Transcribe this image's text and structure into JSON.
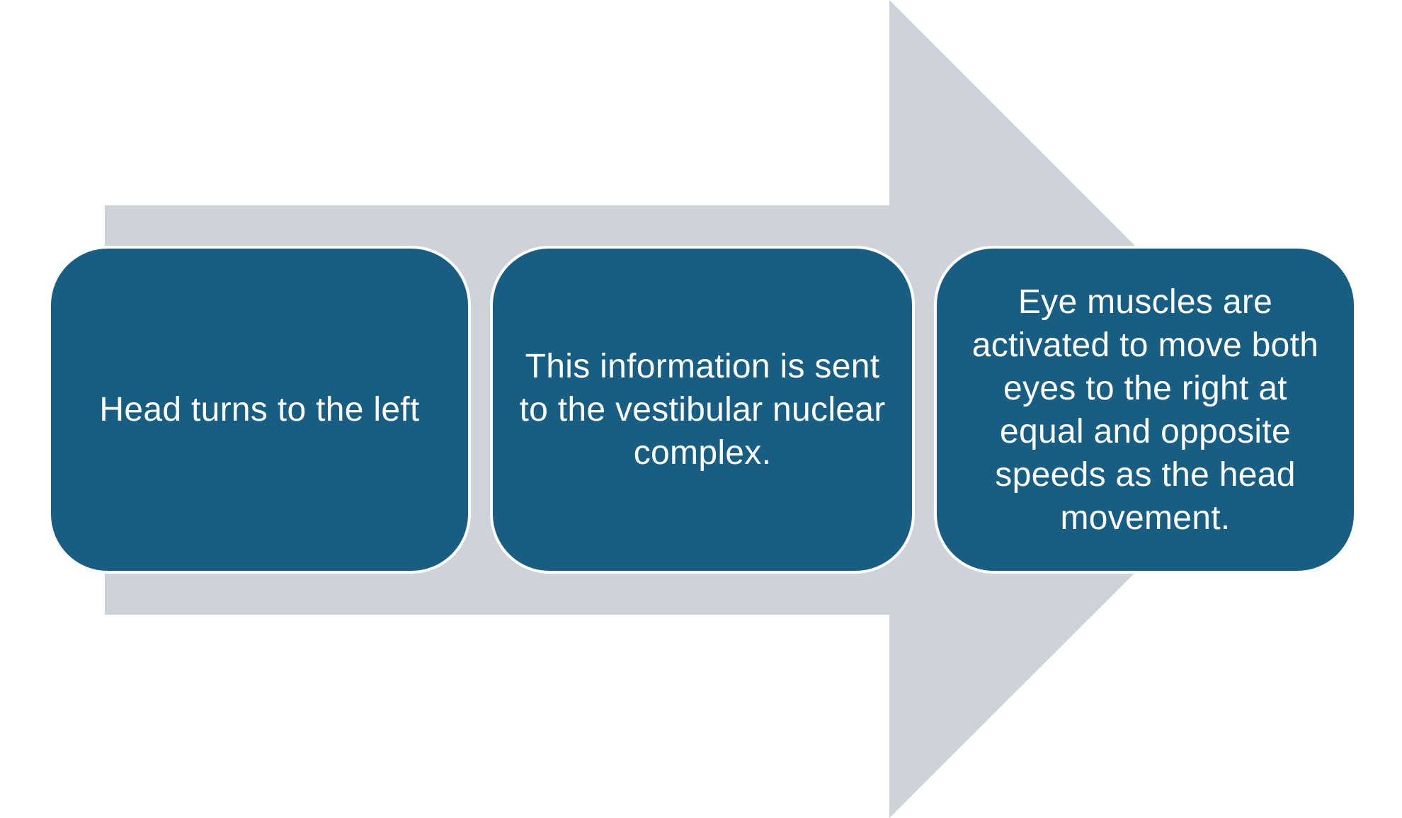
{
  "colors": {
    "arrow": "#ced3da",
    "box_fill": "#185e82",
    "box_border": "#ffffff",
    "text": "#ffffff"
  },
  "steps": [
    {
      "text": "Head turns to the left"
    },
    {
      "text": "This information is sent to the vestibular nuclear complex."
    },
    {
      "text": "Eye muscles are activated to move both eyes to the right at equal and opposite speeds as the head movement."
    }
  ]
}
